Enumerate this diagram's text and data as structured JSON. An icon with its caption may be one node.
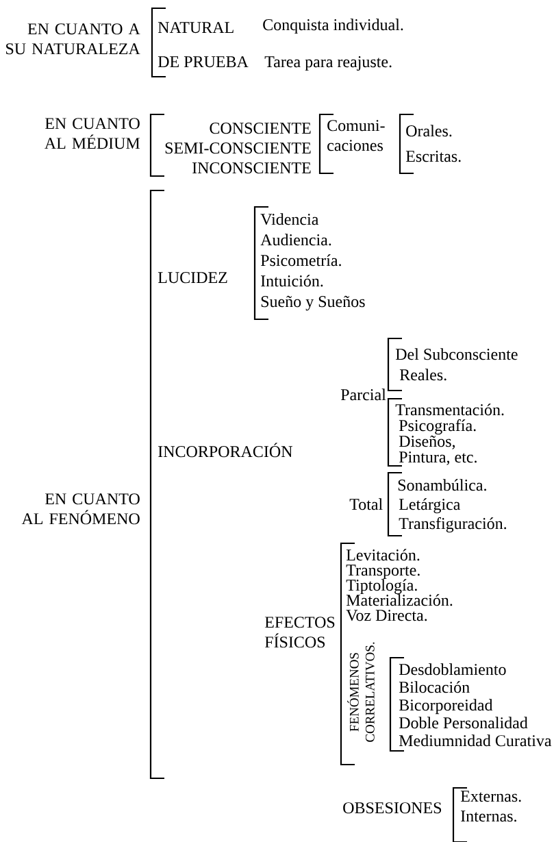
{
  "diagram": {
    "labels": [
      "EN CUANTO A SU NATURALEZA",
      "NATURAL",
      "Conquista individual.",
      "DE PRUEBA",
      "Tarea para reajuste.",
      "EN CUANTO AL MÉDIUM",
      "CONSCIENTE",
      "SEMI-CONSCIENTE",
      "INCONSCIENTE",
      "Comuni- caciones",
      "Orales.",
      "Escritas.",
      "EN CUANTO AL FENÓMENO",
      "LUCIDEZ",
      "Videncia",
      "Audiencia.",
      "Psicometría.",
      "Intuición.",
      "Sueño y Sueños",
      "INCORPORACIÓN",
      "Parcial",
      "Del Subconsciente",
      "Reales.",
      "Transmentación.",
      "Psicografía.",
      "Diseños,",
      "Pintura, etc.",
      "Total",
      "Sonambúlica.",
      "Letárgica",
      "Transfiguración.",
      "EFECTOS FÍSICOS",
      "Levitación.",
      "Transporte.",
      "Tiptología.",
      "Materialización.",
      "Voz Directa.",
      "FENÓMENOS CORRELATIVOS.",
      "Desdoblamiento",
      "Bilocación",
      "Bicorporeidad",
      "Doble Personalidad",
      "Mediumnidad Curativa",
      "OBSESIONES",
      "Externas.",
      "Internas."
    ]
  }
}
